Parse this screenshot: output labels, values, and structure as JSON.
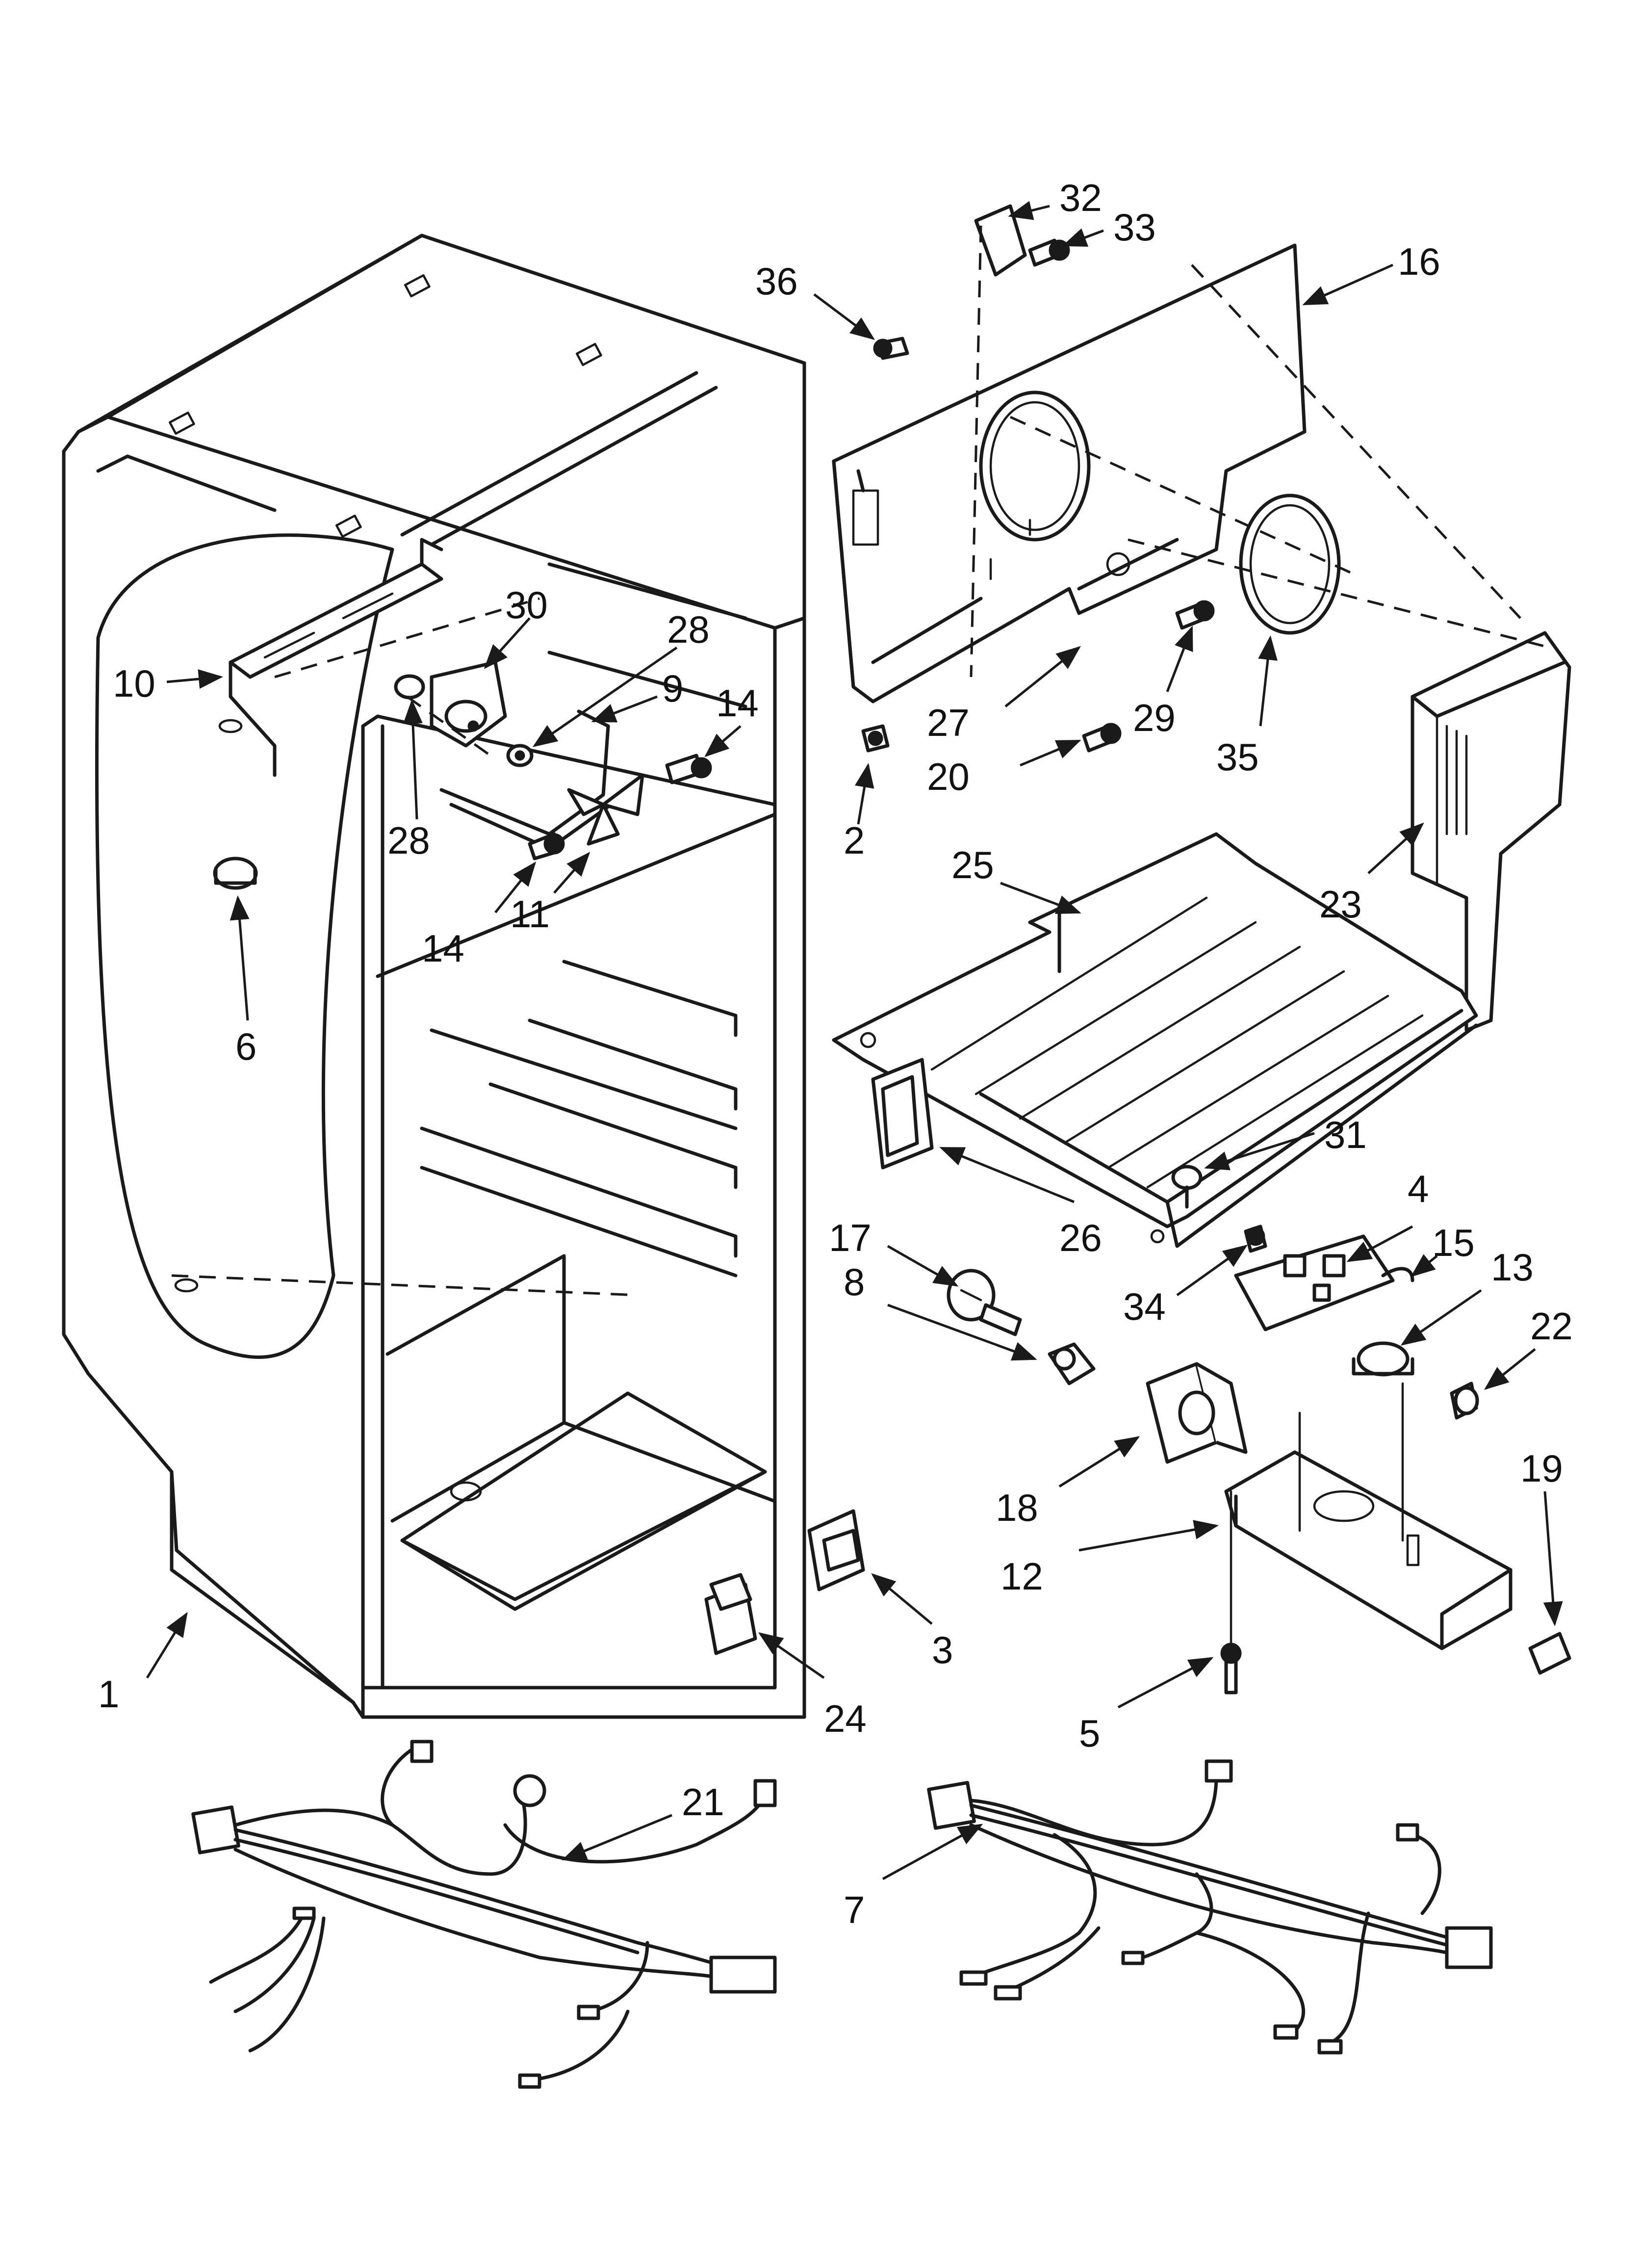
{
  "diagram": {
    "callouts": [
      {
        "id": "c1",
        "label": "1"
      },
      {
        "id": "c2",
        "label": "2"
      },
      {
        "id": "c3",
        "label": "3"
      },
      {
        "id": "c4",
        "label": "4"
      },
      {
        "id": "c5",
        "label": "5"
      },
      {
        "id": "c6",
        "label": "6"
      },
      {
        "id": "c7",
        "label": "7"
      },
      {
        "id": "c8",
        "label": "8"
      },
      {
        "id": "c9",
        "label": "9"
      },
      {
        "id": "c10",
        "label": "10"
      },
      {
        "id": "c11",
        "label": "11"
      },
      {
        "id": "c12",
        "label": "12"
      },
      {
        "id": "c13",
        "label": "13"
      },
      {
        "id": "c14a",
        "label": "14"
      },
      {
        "id": "c14b",
        "label": "14"
      },
      {
        "id": "c15",
        "label": "15"
      },
      {
        "id": "c16",
        "label": "16"
      },
      {
        "id": "c17",
        "label": "17"
      },
      {
        "id": "c18",
        "label": "18"
      },
      {
        "id": "c19",
        "label": "19"
      },
      {
        "id": "c20",
        "label": "20"
      },
      {
        "id": "c21",
        "label": "21"
      },
      {
        "id": "c22",
        "label": "22"
      },
      {
        "id": "c23",
        "label": "23"
      },
      {
        "id": "c24",
        "label": "24"
      },
      {
        "id": "c25",
        "label": "25"
      },
      {
        "id": "c26",
        "label": "26"
      },
      {
        "id": "c27",
        "label": "27"
      },
      {
        "id": "c28a",
        "label": "28"
      },
      {
        "id": "c28b",
        "label": "28"
      },
      {
        "id": "c29",
        "label": "29"
      },
      {
        "id": "c30",
        "label": "30"
      },
      {
        "id": "c31",
        "label": "31"
      },
      {
        "id": "c32",
        "label": "32"
      },
      {
        "id": "c33",
        "label": "33"
      },
      {
        "id": "c34",
        "label": "34"
      },
      {
        "id": "c35",
        "label": "35"
      },
      {
        "id": "c36",
        "label": "36"
      }
    ]
  }
}
